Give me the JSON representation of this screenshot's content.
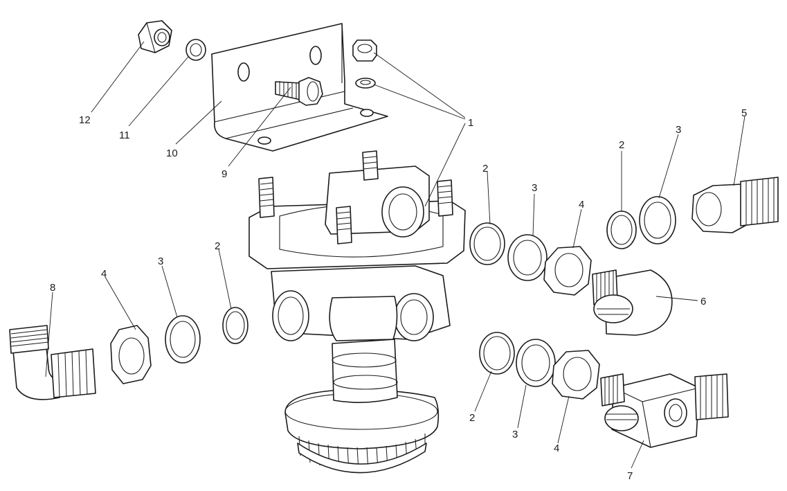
{
  "callouts": [
    {
      "id": "c12",
      "text": "12"
    },
    {
      "id": "c11",
      "text": "11"
    },
    {
      "id": "c10",
      "text": "10"
    },
    {
      "id": "c9",
      "text": "9"
    },
    {
      "id": "c1",
      "text": "1"
    },
    {
      "id": "c2a",
      "text": "2"
    },
    {
      "id": "c3a",
      "text": "3"
    },
    {
      "id": "c5",
      "text": "5"
    },
    {
      "id": "c2b",
      "text": "2"
    },
    {
      "id": "c3b",
      "text": "3"
    },
    {
      "id": "c4a",
      "text": "4"
    },
    {
      "id": "c6",
      "text": "6"
    },
    {
      "id": "c8",
      "text": "8"
    },
    {
      "id": "c4b",
      "text": "4"
    },
    {
      "id": "c3c",
      "text": "3"
    },
    {
      "id": "c2c",
      "text": "2"
    },
    {
      "id": "c2d",
      "text": "2"
    },
    {
      "id": "c3d",
      "text": "3"
    },
    {
      "id": "c4c",
      "text": "4"
    },
    {
      "id": "c7",
      "text": "7"
    }
  ]
}
